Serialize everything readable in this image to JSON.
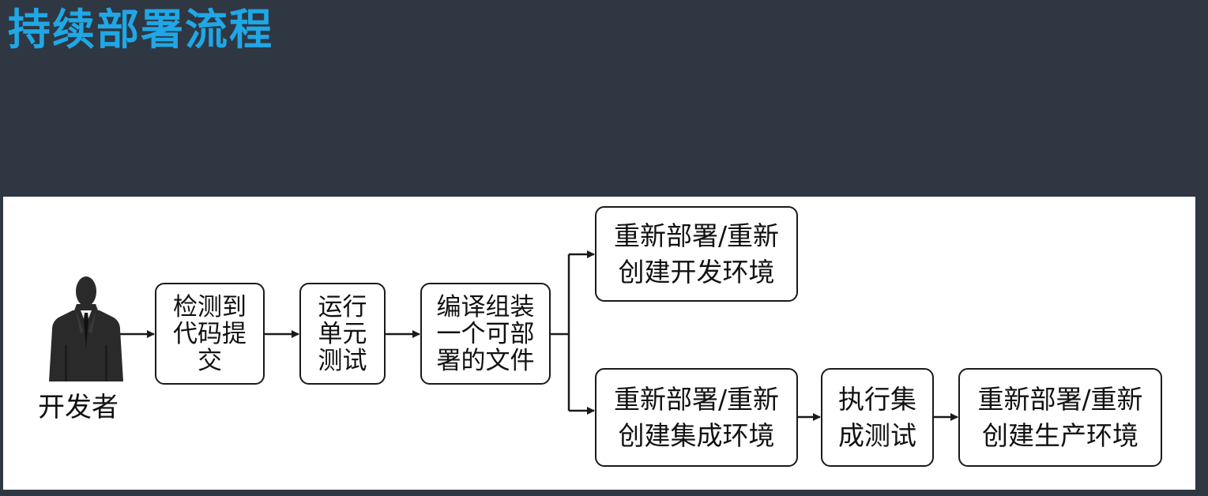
{
  "slide": {
    "title": "持续部署流程"
  },
  "diagram": {
    "actor": {
      "label": "开发者",
      "icon": "businessman-icon"
    },
    "steps": {
      "detect_commit": "检测到\n代码提\n交",
      "unit_test": "运行\n单元\n测试",
      "build_artifact": "编译组装\n一个可部\n署的文件",
      "dev_env": "重新部署/重新\n创建开发环境",
      "int_env": "重新部署/重新\n创建集成环境",
      "int_test": "执行集\n成测试",
      "prod_env": "重新部署/重新\n创建生产环境"
    },
    "colors": {
      "title": "#1fa7e6",
      "background": "#2f3742",
      "panel": "#ffffff",
      "stroke": "#1a1a1a"
    }
  }
}
